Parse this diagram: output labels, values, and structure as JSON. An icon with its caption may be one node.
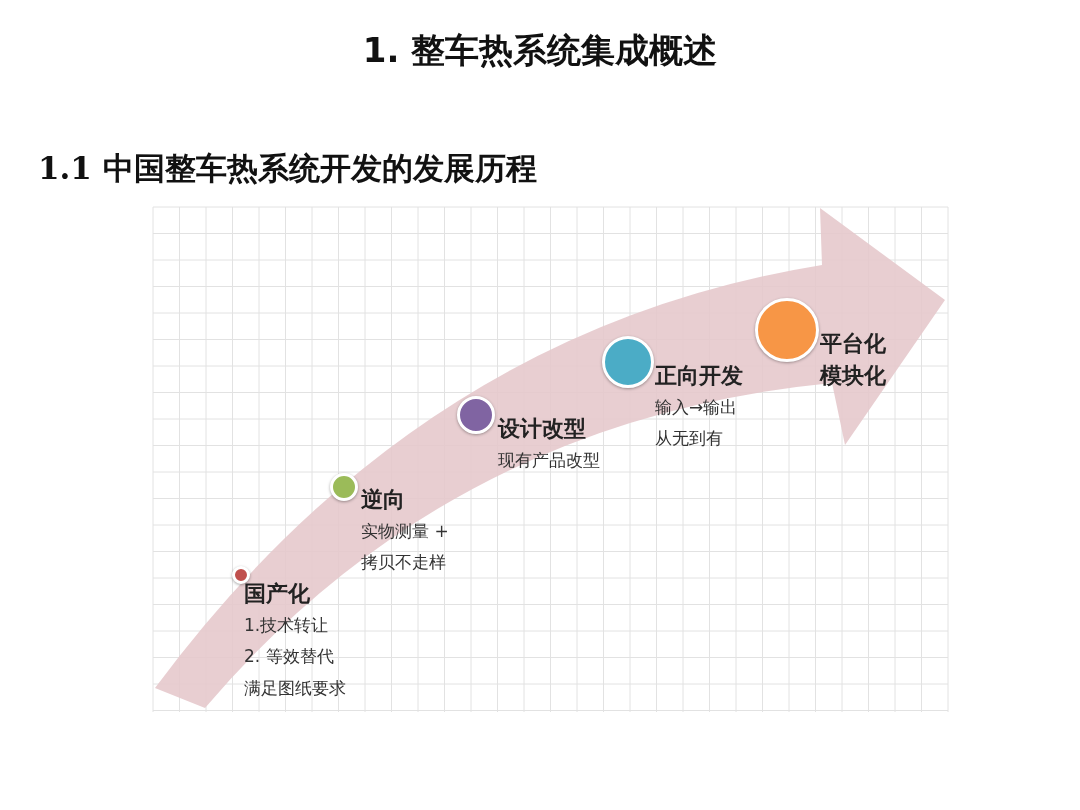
{
  "diagram": {
    "title": "1. 整车热系统集成概述",
    "nodes": [
      {
        "text": [
          "国产化",
          "1.技术转让",
          "2. 等效替代",
          "满足图纸要求"
        ]
      },
      {
        "text": [
          "逆向",
          "实物测量 +",
          "拷贝不走样"
        ]
      },
      {
        "text": [
          "设计改型",
          "现有产品改型"
        ]
      },
      {
        "text": [
          "正向开发",
          "输入→输出",
          "从无到有"
        ]
      },
      {
        "text": [
          "平台化",
          "模块化"
        ]
      }
    ],
    "labels": [
      "1.1 中国整车热系统开发的发展历程"
    ]
  }
}
